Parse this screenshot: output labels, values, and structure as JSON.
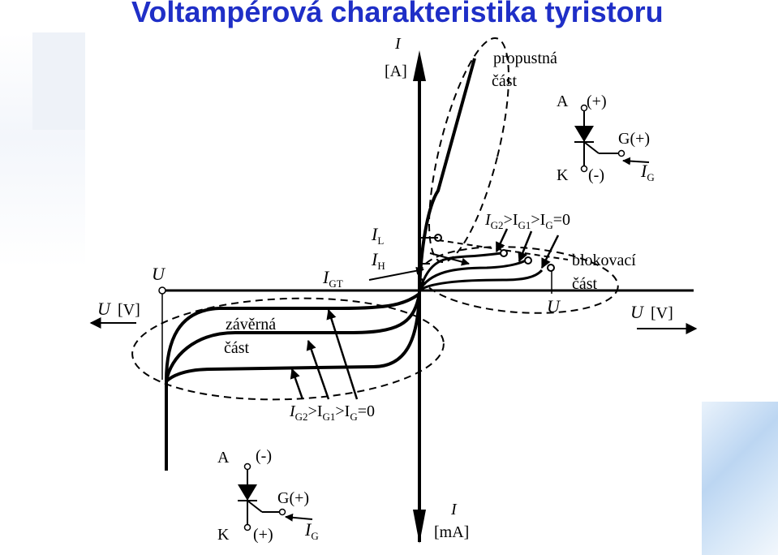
{
  "title": "Voltampérová charakteristika tyristoru",
  "axes": {
    "y_top": {
      "symbol": "I",
      "unit": "[A]"
    },
    "y_bottom": {
      "symbol": "I",
      "unit": "[mA]"
    },
    "x_right": {
      "symbol": "U",
      "unit": "[V]"
    },
    "x_left": {
      "symbol": "U",
      "unit": "[V]"
    },
    "u_marker_left": "U",
    "u_marker_right": "U"
  },
  "regions": {
    "forward_line1": "propustná",
    "forward_line2": "část",
    "blocking_line1": "blokovací",
    "blocking_line2": "část",
    "reverse_line1": "závěrná",
    "reverse_line2": "část"
  },
  "currents": {
    "latching": {
      "base": "I",
      "sub": "L"
    },
    "holding": {
      "base": "I",
      "sub": "H"
    },
    "gate_trigger": {
      "base": "I",
      "sub": "GT"
    }
  },
  "gate_relation": {
    "p1": "I",
    "s1": "G2",
    "p2": ">I",
    "s2": "G1",
    "p3": ">I",
    "s3": "G",
    "p4": "=0"
  },
  "symbol_forward": {
    "anode": "A",
    "anode_sign": "(+)",
    "cathode": "K",
    "cathode_sign": "(-)",
    "gate": "G(+)",
    "gate_current": "I",
    "gate_current_sub": "G"
  },
  "symbol_reverse": {
    "anode": "A",
    "anode_sign": "(-)",
    "cathode": "K",
    "cathode_sign": "(+)",
    "gate": "G(+)",
    "gate_current": "I",
    "gate_current_sub": "G"
  },
  "colors": {
    "title": "#1f2fc7",
    "ink": "#000000"
  }
}
